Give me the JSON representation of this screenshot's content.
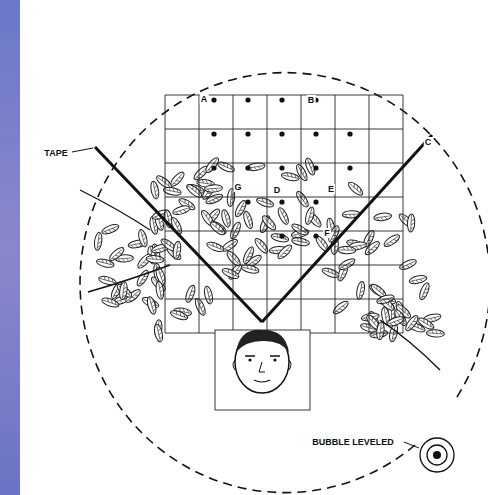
{
  "diagram": {
    "labels": [
      "TAPE",
      "A",
      "B",
      "C",
      "D",
      "E",
      "F",
      "G",
      "BUBBLE LEVELED"
    ]
  }
}
